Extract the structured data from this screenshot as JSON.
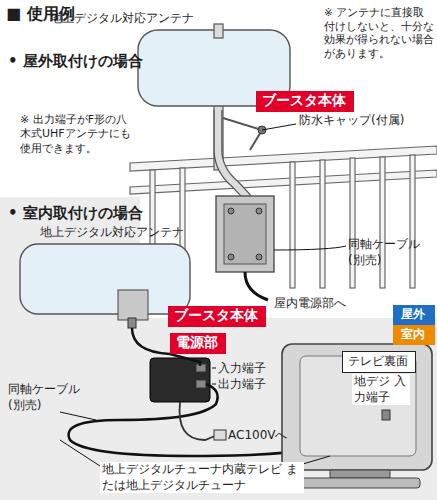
{
  "diagram": {
    "title": "■ 使用例",
    "nodes": [
      {
        "text": [
          "ブースタ本体"
        ]
      },
      {
        "text": [
          "屋外"
        ]
      },
      {
        "text": [
          "室内"
        ]
      },
      {
        "text": [
          "ブースタ本体"
        ]
      },
      {
        "text": [
          "電源部"
        ]
      },
      {
        "text": [
          "テレビ裏面"
        ]
      }
    ],
    "labels": [
      "• 屋外取付けの場合",
      "地上デジタル対応アンテナ",
      "※ 出力端子がF形の八木式UHFアンテナにも使用できます。",
      "※ アンテナに直接取付けしないと、十分な効果が得られない場合があります。",
      "防水キャップ(付属)",
      "同軸ケーブル (別売)",
      "屋内電源部へ",
      "• 室内取付けの場合",
      "地上デジタル対応アンテナ",
      "入力端子",
      "出力端子",
      "地デジ 入力端子",
      "AC100Vへ",
      "同軸ケーブル (別売)",
      "地上デジタルチューナ内蔵テレビ または地上デジタルチューナ"
    ]
  }
}
